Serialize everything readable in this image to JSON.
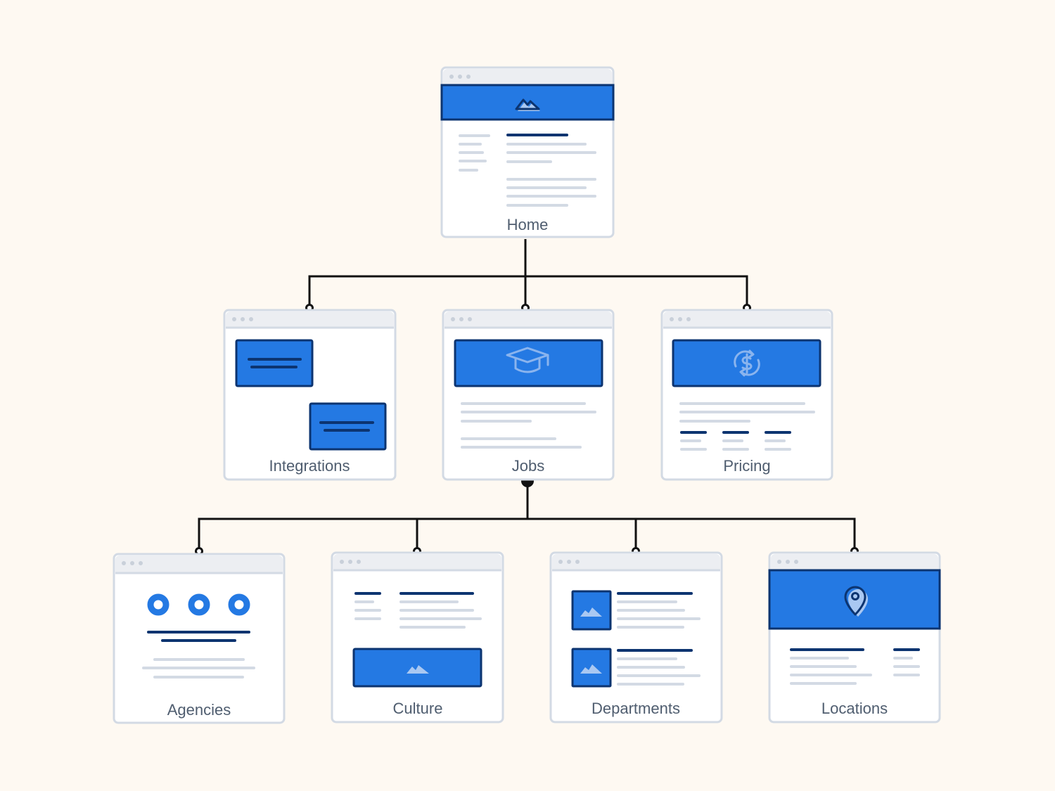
{
  "sitemap": {
    "root": {
      "label": "Home"
    },
    "level1": [
      {
        "label": "Integrations"
      },
      {
        "label": "Jobs"
      },
      {
        "label": "Pricing"
      }
    ],
    "level2": [
      {
        "label": "Agencies"
      },
      {
        "label": "Culture"
      },
      {
        "label": "Departments"
      },
      {
        "label": "Locations"
      }
    ]
  },
  "colors": {
    "background": "#fef9f2",
    "accent_blue": "#2479e3",
    "dark_navy": "#0c3470",
    "frame_border": "#d3dae4",
    "connector": "#111111"
  },
  "icons": {
    "home": "mountain-image-icon",
    "jobs": "graduation-cap-icon",
    "pricing": "dollar-refresh-icon",
    "culture": "mountain-image-icon",
    "departments": "mountain-image-icon",
    "locations": "map-pin-icon"
  }
}
